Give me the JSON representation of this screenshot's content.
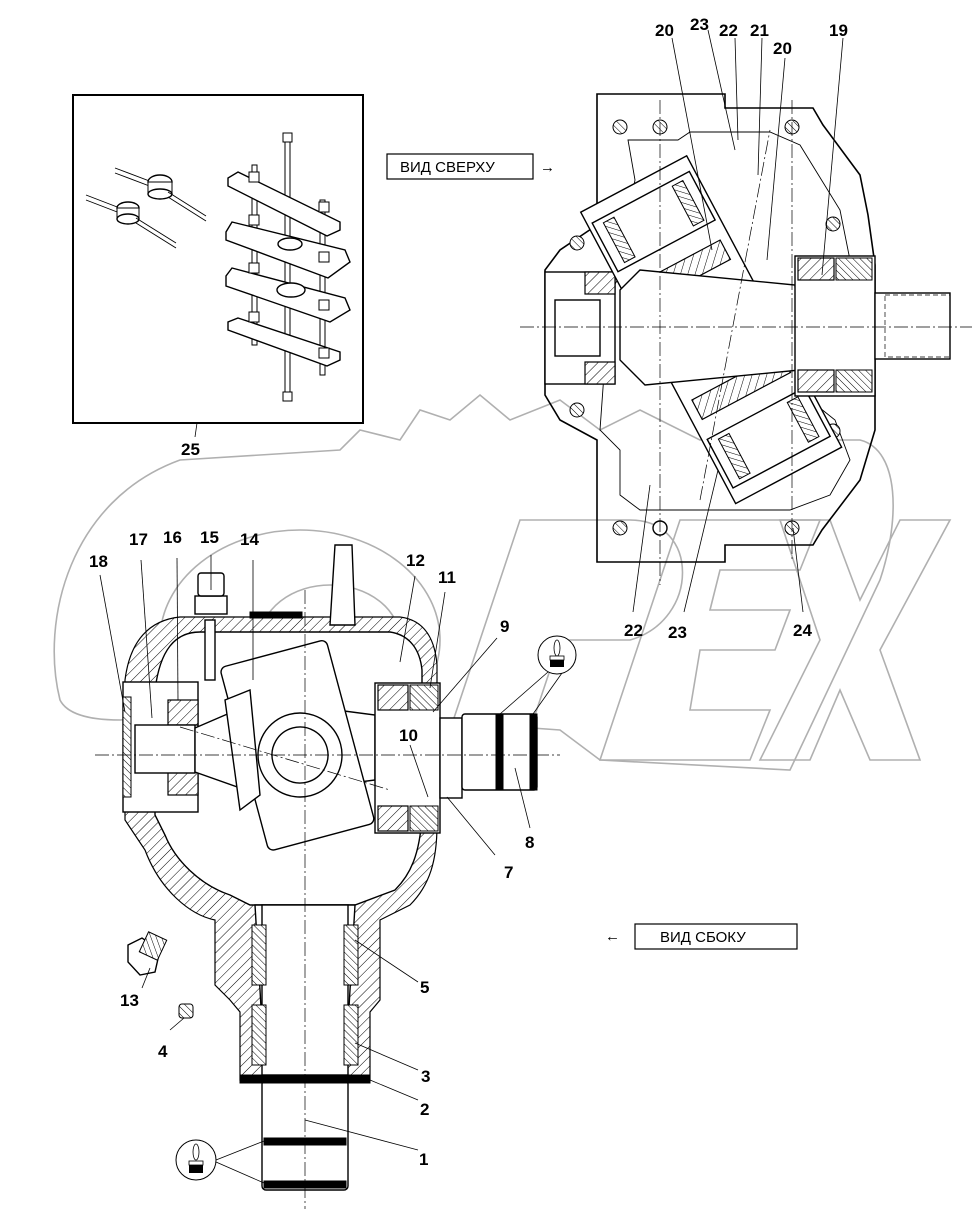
{
  "drawing": {
    "watermark": "OPEX",
    "views": {
      "top_view": {
        "label": "ВИД СВЕРХУ",
        "arrow": "→"
      },
      "side_view": {
        "label": "ВИД СБОКУ",
        "arrow": "←"
      }
    },
    "callouts": {
      "c1": "1",
      "c2": "2",
      "c3": "3",
      "c4": "4",
      "c5": "5",
      "c7": "7",
      "c8": "8",
      "c9": "9",
      "c10": "10",
      "c11": "11",
      "c12": "12",
      "c13": "13",
      "c14": "14",
      "c15": "15",
      "c16": "16",
      "c17": "17",
      "c18": "18",
      "c19": "19",
      "c20a": "20",
      "c20b": "20",
      "c21": "21",
      "c22a": "22",
      "c22b": "22",
      "c23a": "23",
      "c23b": "23",
      "c24": "24",
      "c25": "25"
    },
    "symbols": {
      "grease_symbol": "grease-lubrication-icon"
    }
  }
}
